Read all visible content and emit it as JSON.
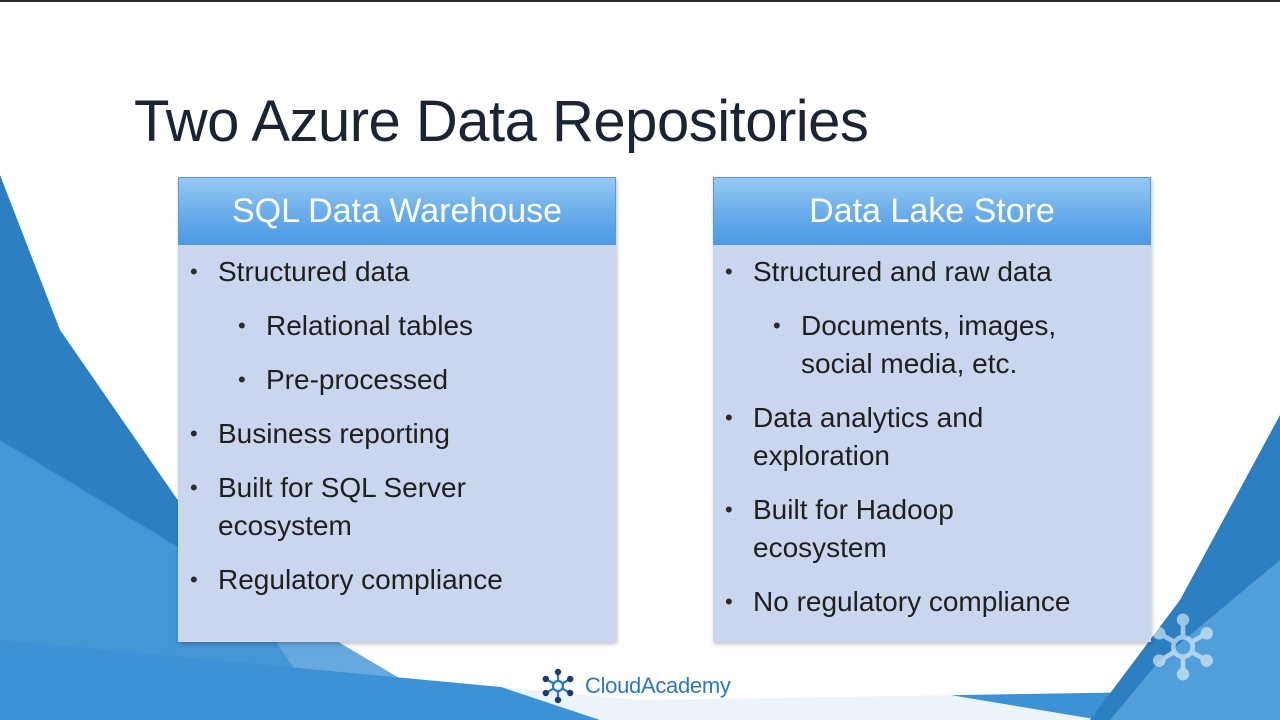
{
  "slide": {
    "title": "Two Azure Data Repositories"
  },
  "cards": [
    {
      "header": "SQL Data Warehouse",
      "items": [
        {
          "text": "Structured data",
          "level": 1
        },
        {
          "text": "Relational tables",
          "level": 2
        },
        {
          "text": "Pre-processed",
          "level": 2
        },
        {
          "text": "Business reporting",
          "level": 1
        },
        {
          "text": "Built for SQL Server ecosystem",
          "level": 1
        },
        {
          "text": "Regulatory compliance",
          "level": 1
        }
      ]
    },
    {
      "header": "Data Lake Store",
      "items": [
        {
          "text": "Structured and raw data",
          "level": 1
        },
        {
          "text": "Documents, images, social media, etc.",
          "level": 2
        },
        {
          "text": "Data analytics and exploration",
          "level": 1
        },
        {
          "text": "Built for Hadoop ecosystem",
          "level": 1
        },
        {
          "text": "No regulatory compliance",
          "level": 1
        }
      ]
    }
  ],
  "bullet_glyph": "•",
  "brand": {
    "name": "CloudAcademy",
    "logo_icon": "cloud-academy-logo-icon",
    "color": "#2b78c8"
  },
  "colors": {
    "header_blue": "#4b9ae3",
    "card_fill": "#c9d6ee",
    "bg_blue": "#2f86c9"
  }
}
